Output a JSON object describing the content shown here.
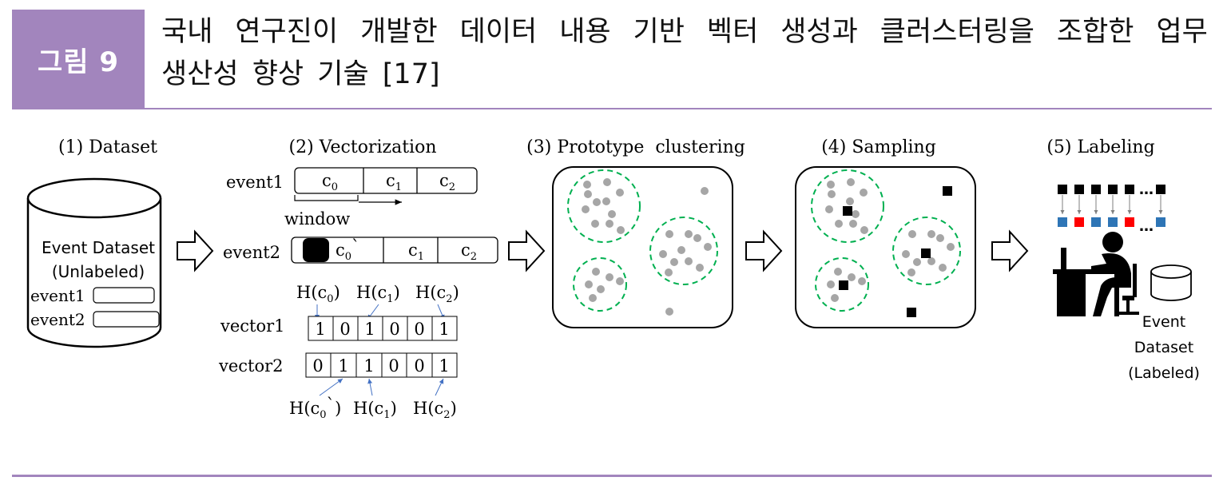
{
  "figure": {
    "label": "그림 9",
    "caption_line1": [
      "국내",
      "연구진이",
      "개발한",
      "데이터",
      "내용",
      "기반",
      "벡터",
      "생성과",
      "클러스터링을",
      "조합한",
      "업무"
    ],
    "caption_line2": "생산성 향상 기술 [17]"
  },
  "steps": {
    "dataset": "(1) Dataset",
    "vectorization": "(2) Vectorization",
    "clustering": "(3) Prototype  clustering",
    "sampling": "(4) Sampling",
    "labeling": "(5) Labeling"
  },
  "dataset": {
    "title": "Event Dataset",
    "subtitle": "(Unlabeled)",
    "rows": [
      "event1",
      "event2"
    ]
  },
  "vectorization": {
    "event1": {
      "label": "event1",
      "chunks": [
        "c",
        "c",
        "c"
      ],
      "subs": [
        "0",
        "1",
        "2"
      ]
    },
    "event2": {
      "label": "event2",
      "chunks": [
        "c",
        "c",
        "c"
      ],
      "subs": [
        "0",
        "1",
        "2"
      ],
      "prime": "`"
    },
    "window_label": "window",
    "hash_prefix": "H(c",
    "hash_suffix": ")",
    "hash_subs_top": [
      "0",
      "1",
      "2"
    ],
    "hash_subs_bottom": [
      "0",
      "1",
      "2"
    ],
    "vector1": {
      "label": "vector1",
      "bits": [
        "1",
        "0",
        "1",
        "0",
        "0",
        "1"
      ]
    },
    "vector2": {
      "label": "vector2",
      "bits": [
        "0",
        "1",
        "1",
        "0",
        "0",
        "1"
      ]
    }
  },
  "labeling": {
    "ellipsis": "…",
    "label_colors": [
      "#2e75b6",
      "#ff0000",
      "#2e75b6",
      "#2e75b6",
      "#ff0000",
      "#2e75b6"
    ],
    "output_title": "Event",
    "output_line2": "Dataset",
    "output_line3": "(Labeled)"
  },
  "colors": {
    "point": "#a6a6a6",
    "cluster_ring": "#00b050",
    "arrow_blue": "#4472c4",
    "accent": "#a285bd"
  },
  "icons": [
    "arrow-right-icon",
    "database-icon",
    "user-at-desk-icon",
    "cluster-ring-icon"
  ]
}
